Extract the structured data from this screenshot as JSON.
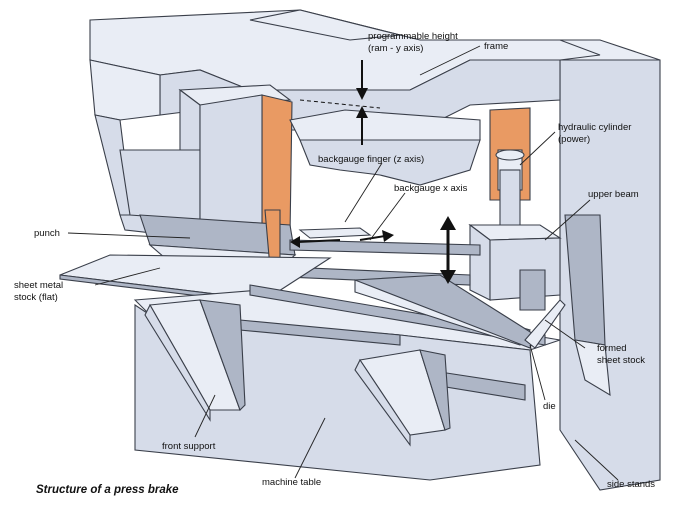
{
  "labels": {
    "programmable_height": "programmable height",
    "programmable_height_sub": "(ram - y axis)",
    "frame": "frame",
    "hydraulic_cylinder": "hydraulic cylinder",
    "hydraulic_cylinder_sub": "(power)",
    "backgauge_finger": "backgauge finger (z axis)",
    "backgauge_x": "backgauge x axis",
    "upper_beam": "upper beam",
    "punch": "punch",
    "sheet_metal": "sheet metal",
    "sheet_metal_sub": "stock (flat)",
    "formed": "formed",
    "formed_sub": "sheet stock",
    "die": "die",
    "front_support": "front support",
    "machine_table": "machine table",
    "side_stands": "side stands"
  },
  "caption": "Structure of a press brake",
  "colors": {
    "body": "#d6dce9",
    "top": "#e9edf5",
    "dark": "#aeb6c6",
    "accent": "#e99a63",
    "outline": "#3a3f4a"
  }
}
